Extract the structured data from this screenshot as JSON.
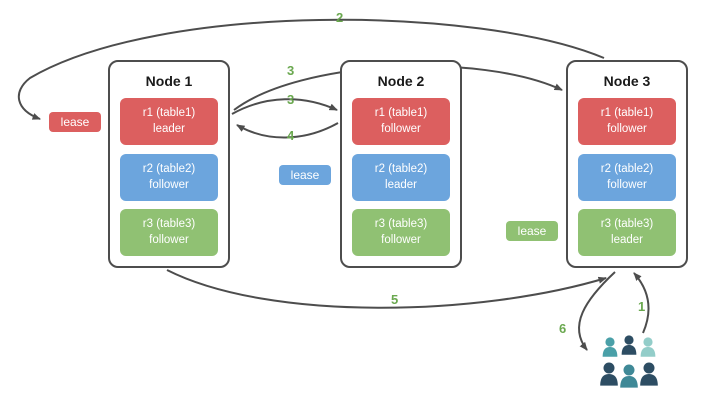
{
  "diagram": {
    "nodes": [
      {
        "title": "Node 1",
        "replicas": [
          {
            "name": "r1 (table1)",
            "role": "leader",
            "color": "#dc5f5f"
          },
          {
            "name": "r2 (table2)",
            "role": "follower",
            "color": "#6ca5dd"
          },
          {
            "name": "r3 (table3)",
            "role": "follower",
            "color": "#90c173"
          }
        ]
      },
      {
        "title": "Node 2",
        "replicas": [
          {
            "name": "r1 (table1)",
            "role": "follower",
            "color": "#dc5f5f"
          },
          {
            "name": "r2 (table2)",
            "role": "leader",
            "color": "#6ca5dd"
          },
          {
            "name": "r3 (table3)",
            "role": "follower",
            "color": "#90c173"
          }
        ]
      },
      {
        "title": "Node 3",
        "replicas": [
          {
            "name": "r1 (table1)",
            "role": "follower",
            "color": "#dc5f5f"
          },
          {
            "name": "r2 (table2)",
            "role": "follower",
            "color": "#6ca5dd"
          },
          {
            "name": "r3 (table3)",
            "role": "leader",
            "color": "#90c173"
          }
        ]
      }
    ],
    "leases": [
      {
        "label": "lease",
        "color": "#dc5f5f"
      },
      {
        "label": "lease",
        "color": "#6ca5dd"
      },
      {
        "label": "lease",
        "color": "#90c173"
      }
    ],
    "step_labels": [
      "1",
      "2",
      "3",
      "3",
      "4",
      "5",
      "6"
    ],
    "colors": {
      "arrow": "#4d4d4d",
      "step_label": "#6aa84f",
      "node_border": "#4d4d4d",
      "users_teal": "#4aa0a8",
      "users_light_teal": "#93cdc9",
      "users_navy": "#2d4d63"
    }
  }
}
